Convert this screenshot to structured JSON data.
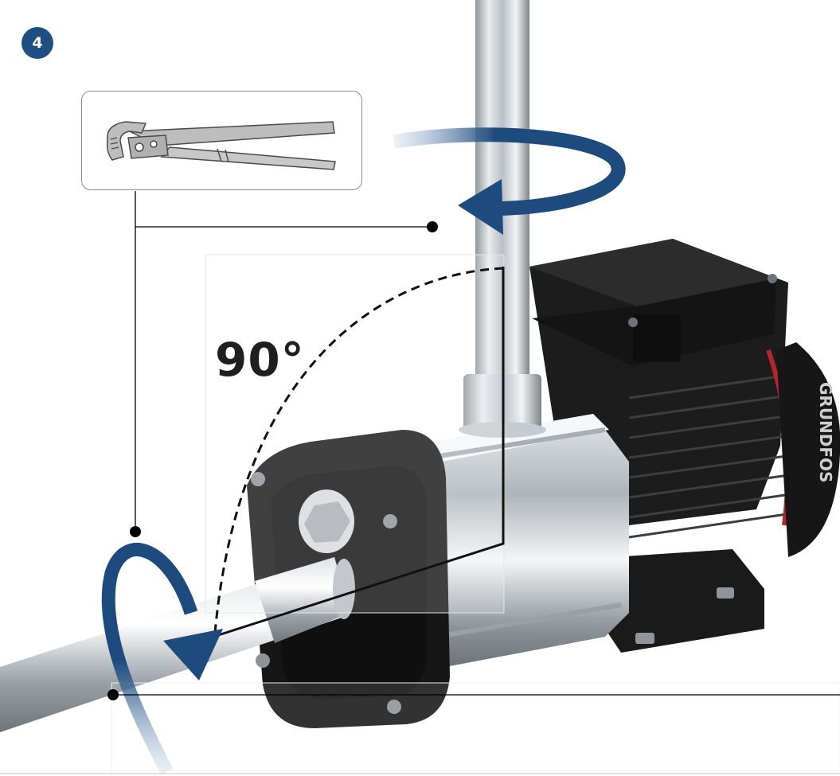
{
  "step": {
    "number": "4"
  },
  "tool": {
    "name": "pipe-wrench-icon"
  },
  "annotation": {
    "angle": "90°"
  },
  "pump": {
    "brand": "GRUNDFOS"
  },
  "colors": {
    "accent": "#1f4f82",
    "arrow_dark": "#1d4b7d",
    "arrow_light": "#9db7d4",
    "motor": "#1a1a1a",
    "stainless": "#c9ced2",
    "callout_line": "#000000"
  }
}
